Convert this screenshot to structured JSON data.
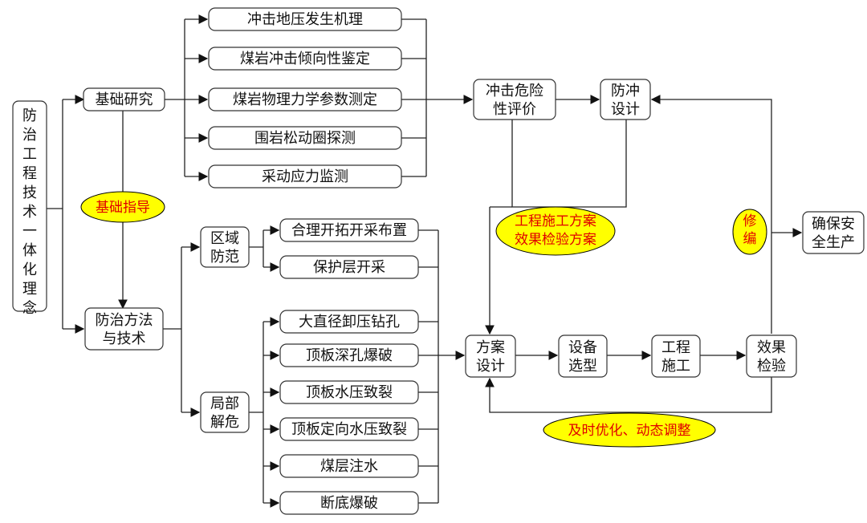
{
  "root": {
    "label": "防治工程技术一体化理念"
  },
  "foundation": {
    "label": "基础研究"
  },
  "methods": {
    "lines": [
      "防治方法",
      "与技术"
    ]
  },
  "research_items": [
    "冲击地压发生机理",
    "煤岩冲击倾向性鉴定",
    "煤岩物理力学参数测定",
    "围岩松动圈探测",
    "采动应力监测"
  ],
  "regional": {
    "lines": [
      "区域",
      "防范"
    ],
    "items": [
      "合理开拓开采布置",
      "保护层开采"
    ]
  },
  "local": {
    "lines": [
      "局部",
      "解危"
    ],
    "items": [
      "大直径卸压钻孔",
      "顶板深孔爆破",
      "顶板水压致裂",
      "顶板定向水压致裂",
      "煤层注水",
      "断底爆破"
    ]
  },
  "risk_eval": {
    "lines": [
      "冲击危险",
      "性评价"
    ]
  },
  "prevention_design": {
    "lines": [
      "防冲",
      "设计"
    ]
  },
  "scheme_design": {
    "lines": [
      "方案",
      "设计"
    ]
  },
  "equipment": {
    "lines": [
      "设备",
      "选型"
    ]
  },
  "construction": {
    "lines": [
      "工程",
      "施工"
    ]
  },
  "effect_check": {
    "lines": [
      "效果",
      "检验"
    ]
  },
  "safety": {
    "lines": [
      "确保安",
      "全生产"
    ]
  },
  "callouts": {
    "foundation_guide": "基础指导",
    "plans": [
      "工程施工方案",
      "效果检验方案"
    ],
    "revise": [
      "修",
      "编"
    ],
    "optimize": "及时优化、动态调整"
  },
  "colors": {
    "callout_fill": "#ffff00",
    "callout_text": "#e00000",
    "line": "#222222"
  }
}
